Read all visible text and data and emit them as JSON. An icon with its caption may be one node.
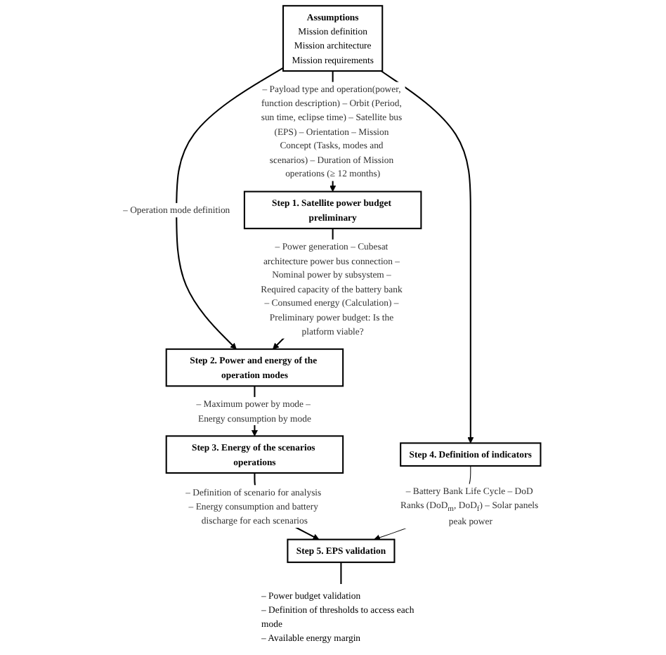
{
  "diagram": {
    "nodes": [
      {
        "text": [
          "Assumptions",
          "Mission definition",
          "Mission architecture",
          "Mission requirements"
        ]
      },
      {
        "text": [
          "Step 1. Satellite power budget preliminary"
        ]
      },
      {
        "text": [
          "Step 2. Power and energy of the operation modes"
        ]
      },
      {
        "text": [
          "Step 3. Energy of the scenarios operations"
        ]
      },
      {
        "text": [
          "Step 4. Definition of indicators"
        ]
      },
      {
        "text": [
          "Step 5. EPS validation"
        ],
        "beside": [
          "– Power budget validation",
          "– Definition of thresholds to access each mode",
          "– Available energy margin"
        ]
      }
    ],
    "edges": [
      {
        "from": 0,
        "to": 1,
        "arrow": "to",
        "label": "– Payload type and operation(power, function description) – Orbit (Period, sun time, eclipse time) – Satellite bus (EPS) – Orientation – Mission Concept (Tasks, modes and scenarios) – Duration of Mission operations (≥ 12 months)"
      },
      {
        "from": 0,
        "to": 2,
        "arrow": "to",
        "label": "– Operation mode definition"
      },
      {
        "from": 0,
        "to": 4,
        "arrow": "to"
      },
      {
        "from": 1,
        "to": 2,
        "arrow": "to",
        "label": "– Power generation – Cubesat architecture power bus connection – Nominal power by subsystem – Required capacity of the battery bank – Consumed energy (Calculation) – Preliminary power budget: Is the platform viable?"
      },
      {
        "from": 2,
        "to": 3,
        "arrow": "to",
        "label": "– Maximum power by mode – Energy consumption by mode"
      },
      {
        "from": 3,
        "to": 5,
        "arrow": "to",
        "label": "– Definition of scenario for analysis – Energy consumption and battery discharge for each scenarios"
      },
      {
        "from": 4,
        "to": 5,
        "arrow": "to",
        "label": "– Battery Bank Life Cycle – DoD Ranks (DoD$_{m}$, DoD$_{f}$) – Solar panels peak power"
      }
    ]
  }
}
